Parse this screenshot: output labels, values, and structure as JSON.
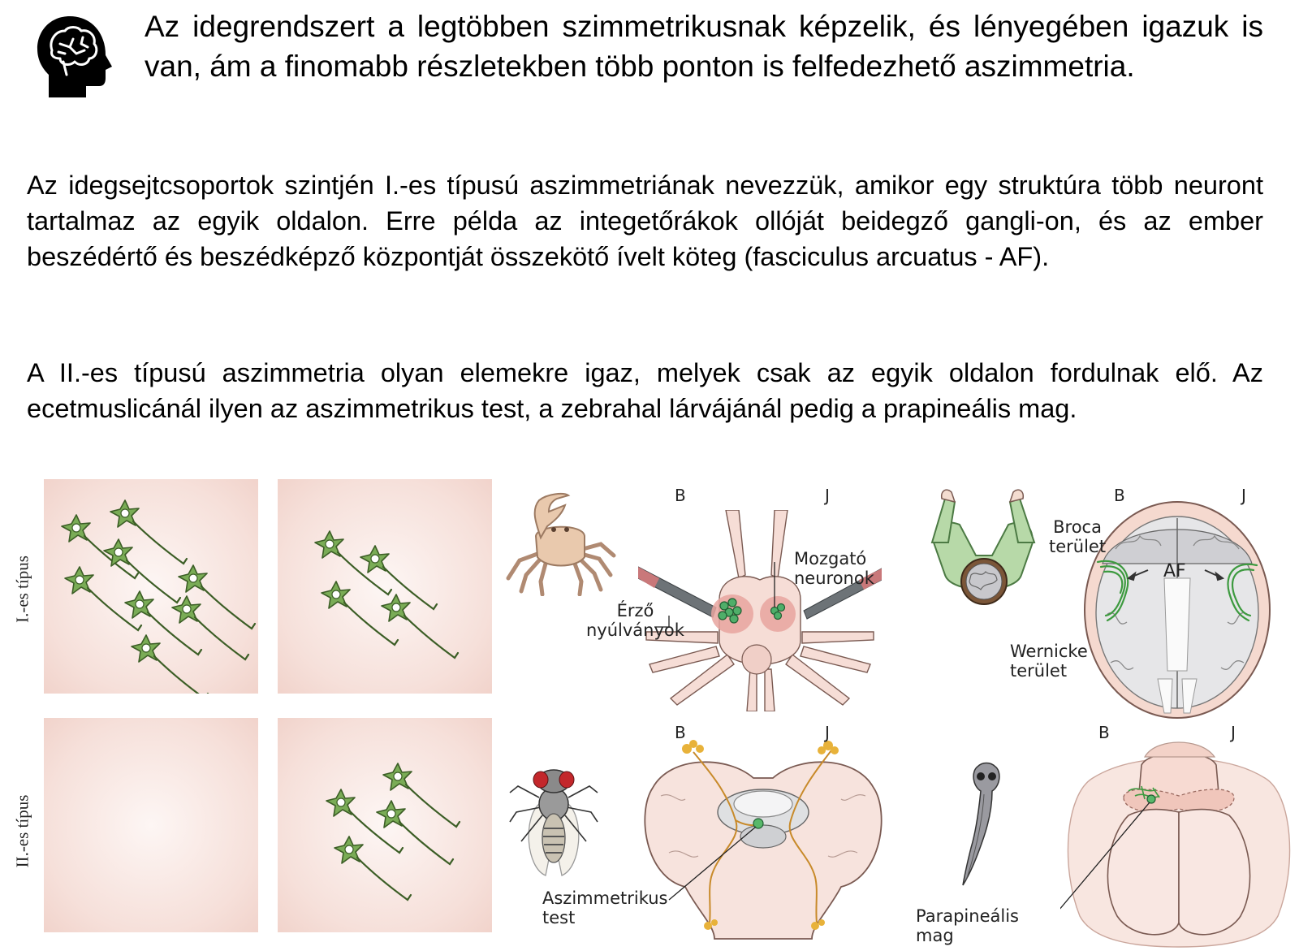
{
  "intro": "Az idegrendszert a legtöbben szimmetrikusnak képzelik, és lényegében igazuk is van, ám a finomabb részletekben több ponton is felfedezhető aszimmetria.",
  "paragraph1": "Az idegsejtcsoportok szintjén I.-es típusú aszimmetriának nevezzük, amikor egy struktúra több neuront tartalmaz az egyik oldalon. Erre példa az integetőrákok ollóját beidegző gangli-on, és az ember beszédértő és beszédképző központját összekötő ívelt köteg (fasciculus arcuatus - AF).",
  "paragraph2": "A II.-es típusú aszimmetria olyan elemekre igaz, melyek csak az egyik oldalon fordulnak elő. Az ecetmuslicánál ilyen az aszimmetrikus test, a zebrahal lárvájánál pedig a prapineális mag.",
  "icons": {
    "head": "brain-head-icon",
    "neuron": "neuron-icon"
  },
  "figure": {
    "row1_label": "I.-es típus",
    "row2_label": "II.-es típus",
    "left_side": "B",
    "right_side": "J",
    "crab": {
      "motor": "Mozgató\nneuronok",
      "sensory": "Érző\nnyúlványok"
    },
    "human": {
      "broca": "Broca\nterület",
      "wernicke": "Wernicke\nterület",
      "af": "AF"
    },
    "fly": {
      "body": "Aszimmetrikus\ntest"
    },
    "fish": {
      "nucleus": "Parapineális\nmag"
    }
  },
  "colors": {
    "neuron_fill": "#7aac56",
    "neuron_stroke": "#3c5e26",
    "panel_bg": "#f4dcd5",
    "tissue": "#f6ddd6",
    "tract_green": "#3d9a3f",
    "axon_orange": "#c88a2a"
  }
}
